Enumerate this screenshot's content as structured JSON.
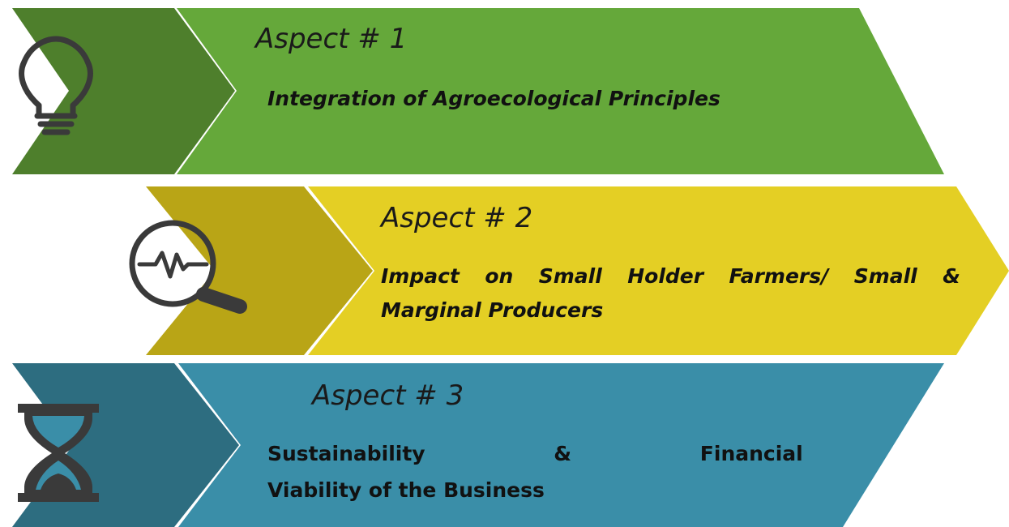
{
  "colors": {
    "aspect1_main": "#65a83a",
    "aspect1_chevron": "#4e7f2c",
    "aspect2_main": "#e4cf24",
    "aspect2_chevron": "#b9a516",
    "aspect3_main": "#3a8ea8",
    "aspect3_chevron": "#2d6d80",
    "icon": "#3a3a3a"
  },
  "aspects": [
    {
      "heading": "Aspect # 1",
      "title_lines": [
        "Integration of Agroecological Principles"
      ],
      "icon": "lightbulb-icon"
    },
    {
      "heading": "Aspect # 2",
      "title_lines": [
        "Impact on Small Holder Farmers/ Small &",
        "Marginal Producers"
      ],
      "icon": "magnifier-pulse-icon"
    },
    {
      "heading": "Aspect # 3",
      "title_lines": [
        "Sustainability & Financial",
        "Viability of the Business"
      ],
      "icon": "hourglass-icon"
    }
  ]
}
